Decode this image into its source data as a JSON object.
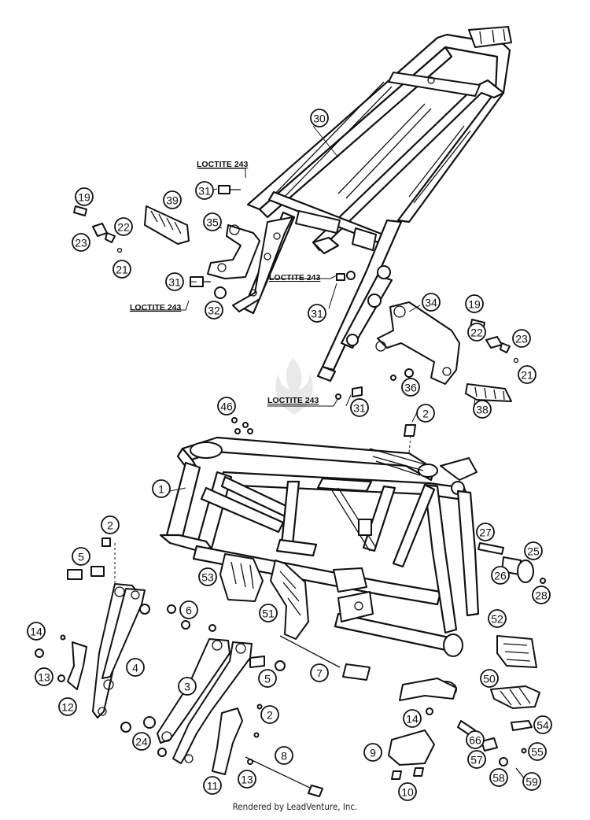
{
  "diagram": {
    "footer": "Rendered by LeadVenture, Inc.",
    "notes": [
      "LOCTITE 243",
      "LOCTITE 243",
      "LOCTITE 243",
      "LOCTITE 243"
    ],
    "callouts": [
      "30",
      "19",
      "39",
      "22",
      "23",
      "21",
      "35",
      "31",
      "31",
      "31",
      "32",
      "34",
      "19",
      "22",
      "23",
      "21",
      "36",
      "38",
      "31",
      "46",
      "2",
      "1",
      "2",
      "5",
      "6",
      "4",
      "14",
      "13",
      "12",
      "3",
      "2",
      "24",
      "11",
      "13",
      "8",
      "5",
      "7",
      "53",
      "51",
      "27",
      "25",
      "26",
      "28",
      "52",
      "50",
      "14",
      "9",
      "10",
      "66",
      "57",
      "55",
      "58",
      "59",
      "54"
    ]
  }
}
